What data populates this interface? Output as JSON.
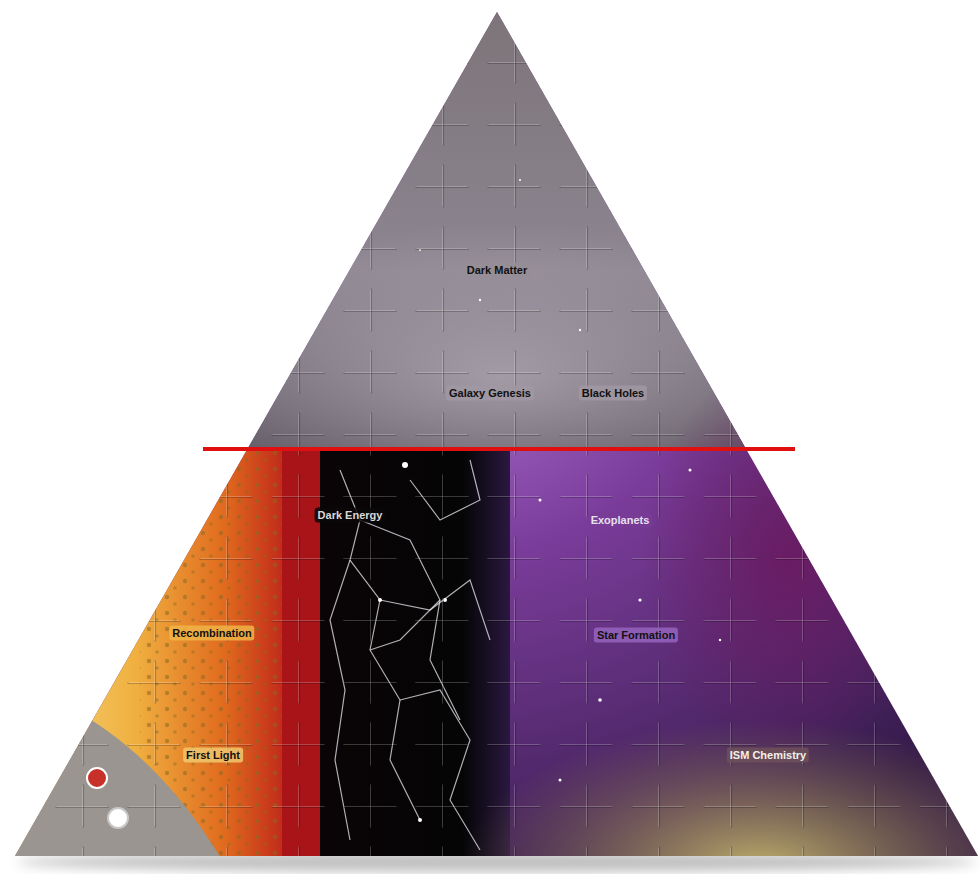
{
  "diagram": {
    "labels": [
      "Dark Matter",
      "Galaxy Genesis",
      "Black Holes",
      "Dark Energy",
      "Exoplanets",
      "Recombination",
      "Star Formation",
      "First Light",
      "ISM Chemistry"
    ]
  }
}
